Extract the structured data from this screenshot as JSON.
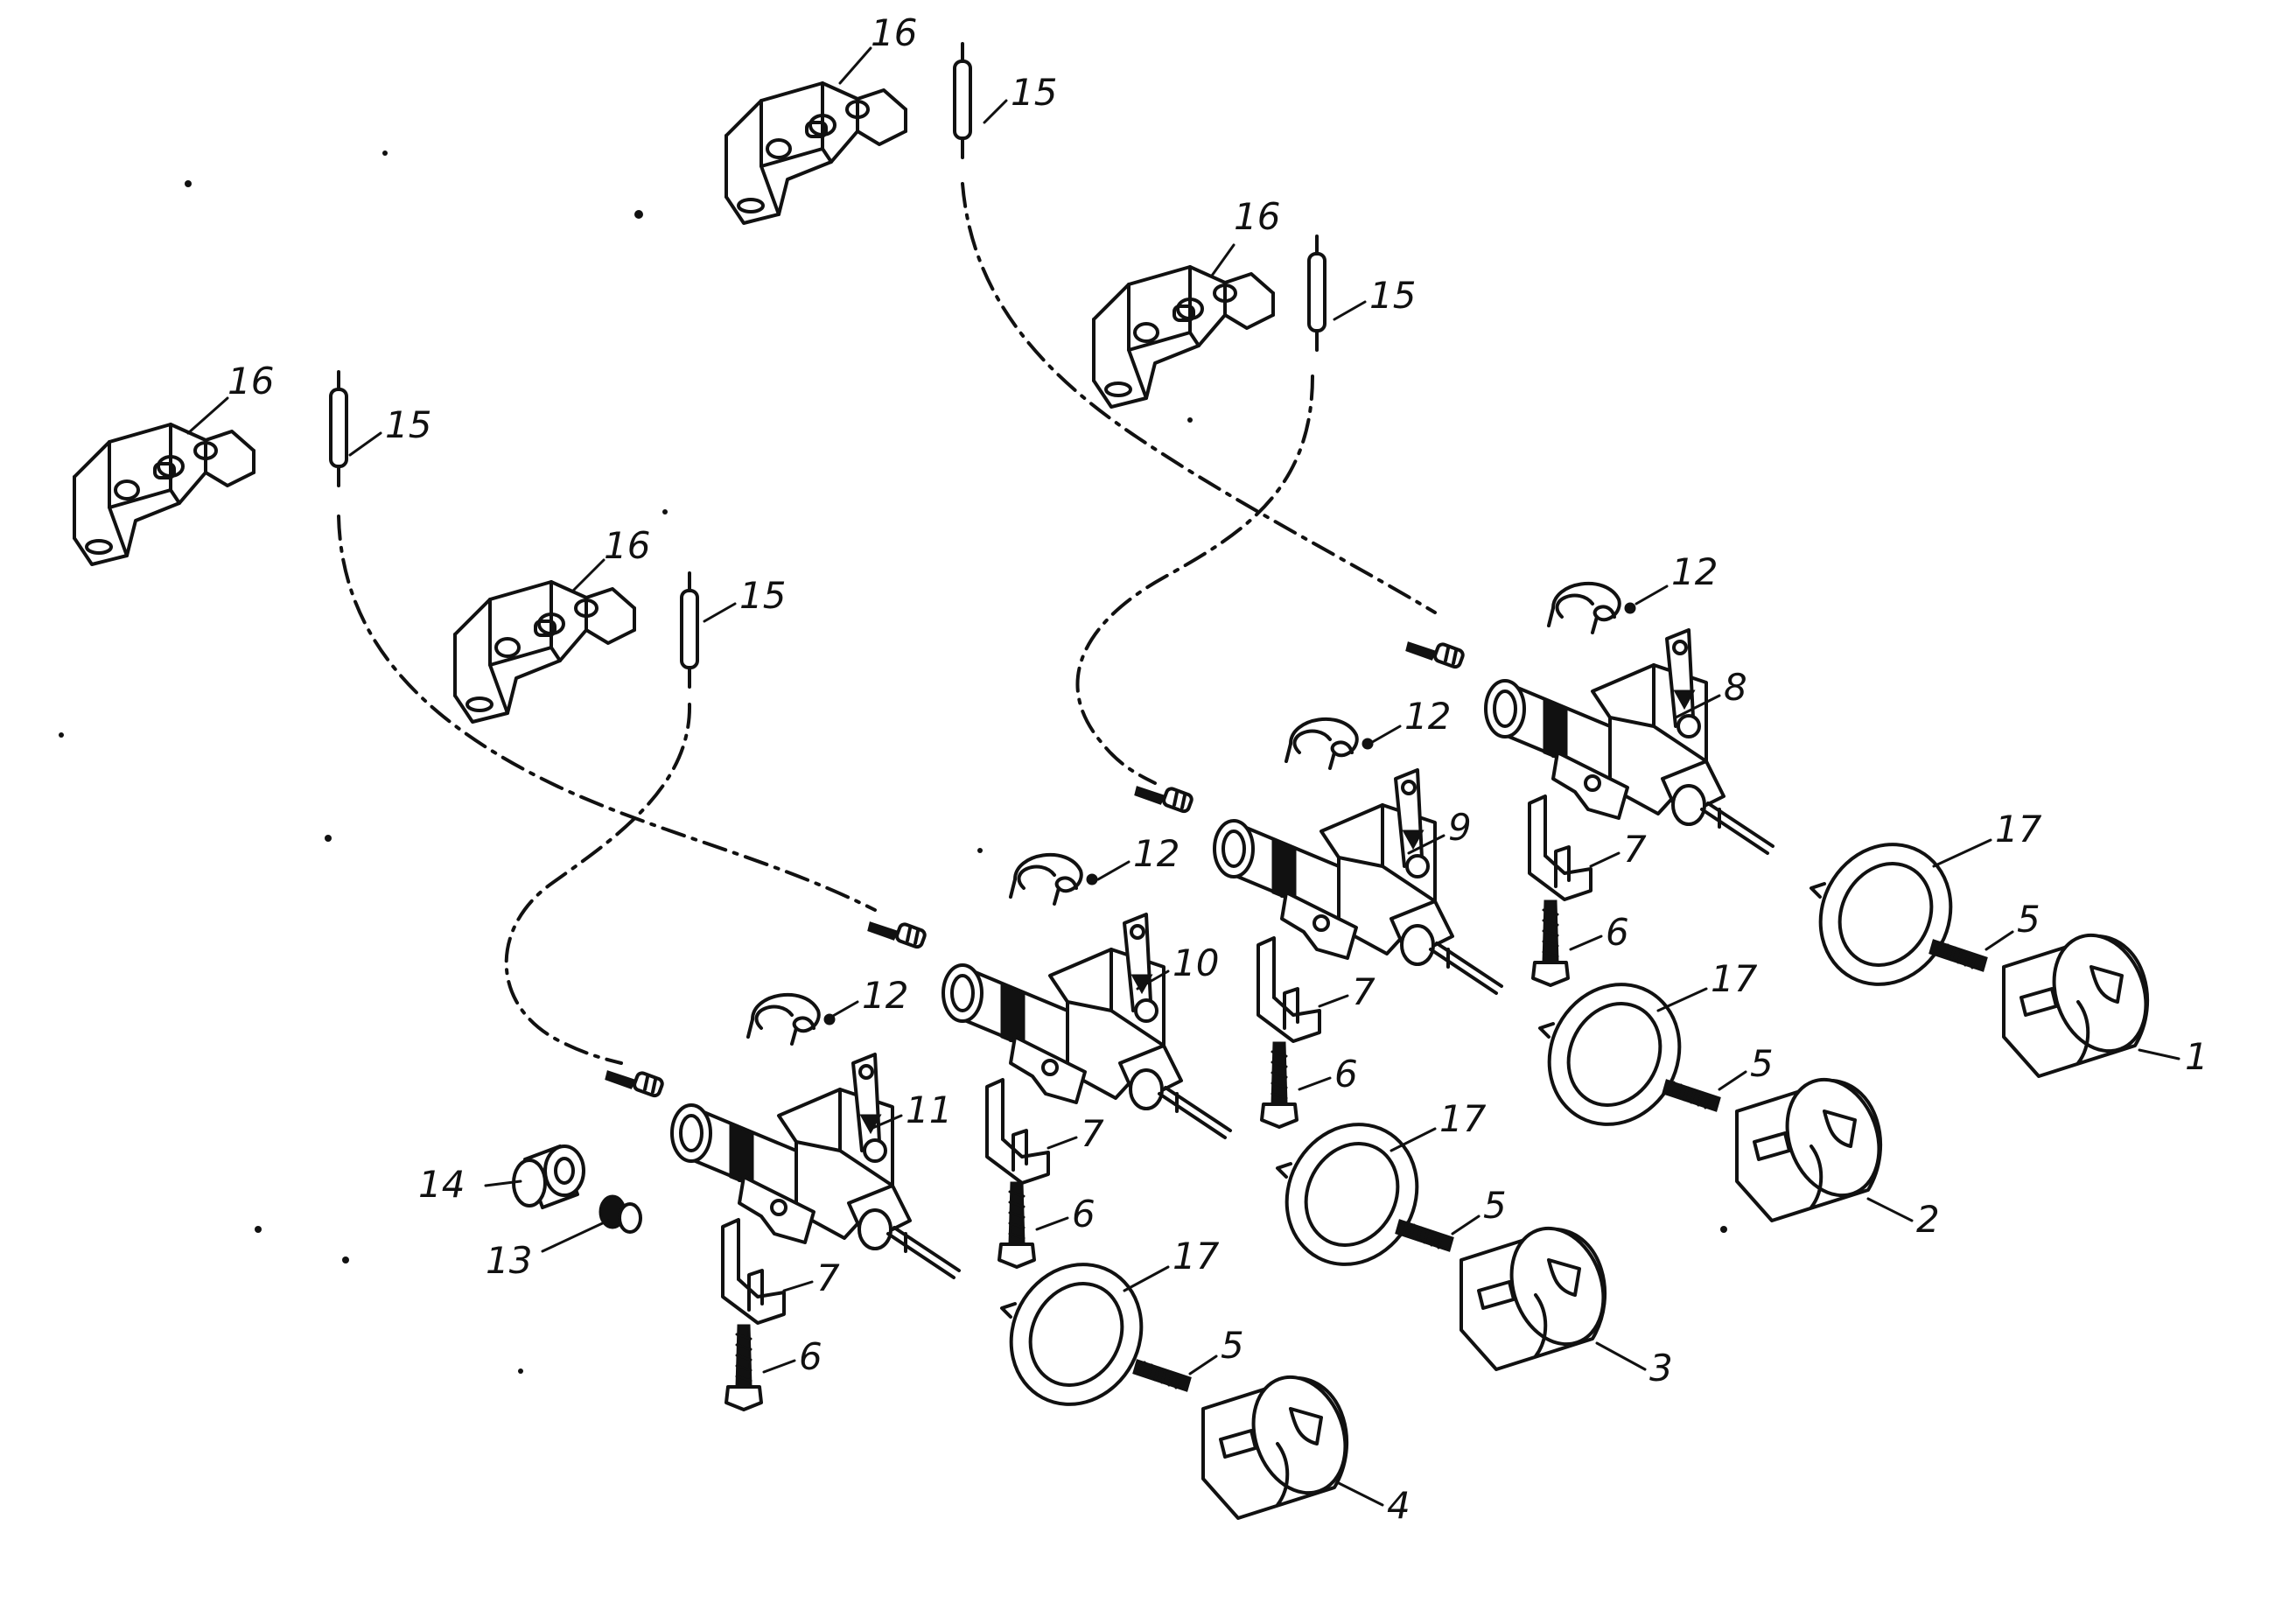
{
  "callouts": {
    "c1": "1",
    "c2": "2",
    "c3": "3",
    "c4": "4",
    "c5a": "5",
    "c5b": "5",
    "c5c": "5",
    "c5d": "5",
    "c6a": "6",
    "c6b": "6",
    "c6c": "6",
    "c6d": "6",
    "c7a": "7",
    "c7b": "7",
    "c7c": "7",
    "c7d": "7",
    "c8": "8",
    "c9": "9",
    "c10": "10",
    "c11": "11",
    "c12a": "12",
    "c12b": "12",
    "c12c": "12",
    "c12d": "12",
    "c13": "13",
    "c14": "14",
    "c15a": "15",
    "c15b": "15",
    "c15c": "15",
    "c15d": "15",
    "c16a": "16",
    "c16b": "16",
    "c16c": "16",
    "c16d": "16",
    "c17a": "17",
    "c17b": "17",
    "c17c": "17",
    "c17d": "17"
  }
}
